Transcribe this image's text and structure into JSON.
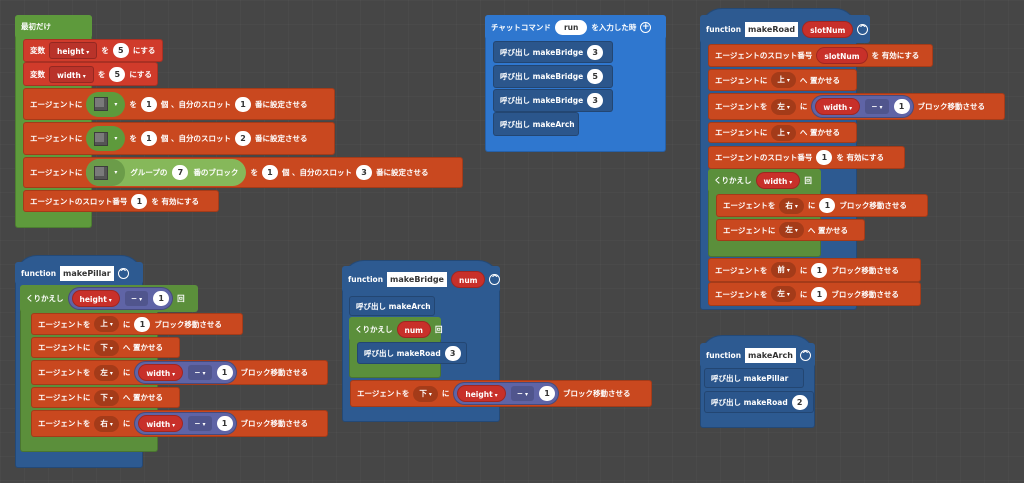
{
  "colors": {
    "on_start": "#5e9a3c",
    "variable": "#d03b2b",
    "agent": "#c9481f",
    "chat": "#2f77cf",
    "function": "#2d5a91",
    "loop": "#5b8f3b",
    "math": "#5f64a6"
  },
  "stacks": [
    {
      "name": "on-start",
      "blocks": [
        {
          "kind": "container",
          "color": "start",
          "tokens": [
            {
              "type": "text",
              "text": "最初だけ"
            }
          ]
        },
        {
          "kind": "stmt",
          "color": "var",
          "tokens": [
            {
              "type": "text",
              "text": "変数"
            },
            {
              "type": "varsq",
              "text": "height"
            },
            {
              "type": "text",
              "text": "を"
            },
            {
              "type": "num",
              "text": "5"
            },
            {
              "type": "text",
              "text": "にする"
            }
          ]
        },
        {
          "kind": "stmt",
          "color": "var",
          "tokens": [
            {
              "type": "text",
              "text": "変数"
            },
            {
              "type": "varsq",
              "text": "width"
            },
            {
              "type": "text",
              "text": "を"
            },
            {
              "type": "num",
              "text": "5"
            },
            {
              "type": "text",
              "text": "にする"
            }
          ]
        },
        {
          "kind": "stmt",
          "color": "agent",
          "tokens": [
            {
              "type": "text",
              "text": "エージェントに"
            },
            {
              "type": "item",
              "icon": "stone-block-icon"
            },
            {
              "type": "text",
              "text": "を"
            },
            {
              "type": "num",
              "text": "1"
            },
            {
              "type": "text",
              "text": "個 、自分のスロット"
            },
            {
              "type": "num",
              "text": "1"
            },
            {
              "type": "text",
              "text": "番に設定させる"
            }
          ]
        },
        {
          "kind": "stmt",
          "color": "agent",
          "tokens": [
            {
              "type": "text",
              "text": "エージェントに"
            },
            {
              "type": "item",
              "icon": "stone-block-icon"
            },
            {
              "type": "text",
              "text": "を"
            },
            {
              "type": "num",
              "text": "1"
            },
            {
              "type": "text",
              "text": "個 、自分のスロット"
            },
            {
              "type": "num",
              "text": "2"
            },
            {
              "type": "text",
              "text": "番に設定させる"
            }
          ]
        },
        {
          "kind": "stmt",
          "color": "agent",
          "tokens": [
            {
              "type": "text",
              "text": "エージェントに"
            },
            {
              "type": "group",
              "icon": "block-group-icon",
              "prefix": "グループの",
              "num": "7",
              "suffix": "番のブロック"
            },
            {
              "type": "text",
              "text": "を"
            },
            {
              "type": "num",
              "text": "1"
            },
            {
              "type": "text",
              "text": "個 、自分のスロット"
            },
            {
              "type": "num",
              "text": "3"
            },
            {
              "type": "text",
              "text": "番に設定させる"
            }
          ]
        },
        {
          "kind": "stmt",
          "color": "agent",
          "tokens": [
            {
              "type": "text",
              "text": "エージェントのスロット番号"
            },
            {
              "type": "num",
              "text": "1"
            },
            {
              "type": "text",
              "text": "を 有効にする"
            }
          ]
        }
      ]
    },
    {
      "name": "chat-command-run",
      "blocks": [
        {
          "kind": "container",
          "color": "chat",
          "tokens": [
            {
              "type": "text",
              "text": "チャットコマンド"
            },
            {
              "type": "str",
              "text": "run"
            },
            {
              "type": "text",
              "text": "を入力した時"
            },
            {
              "type": "icon",
              "icon": "plus-icon",
              "glyph": "+"
            }
          ]
        },
        {
          "kind": "stmt",
          "color": "call",
          "tokens": [
            {
              "type": "text",
              "text": "呼び出し makeBridge"
            },
            {
              "type": "num",
              "text": "3"
            }
          ]
        },
        {
          "kind": "stmt",
          "color": "call",
          "tokens": [
            {
              "type": "text",
              "text": "呼び出し makeBridge"
            },
            {
              "type": "num",
              "text": "5"
            }
          ]
        },
        {
          "kind": "stmt",
          "color": "call",
          "tokens": [
            {
              "type": "text",
              "text": "呼び出し makeBridge"
            },
            {
              "type": "num",
              "text": "3"
            }
          ]
        },
        {
          "kind": "stmt",
          "color": "call",
          "tokens": [
            {
              "type": "text",
              "text": "呼び出し makeArch"
            }
          ]
        }
      ]
    },
    {
      "name": "function-makeRoad",
      "blocks": [
        {
          "kind": "container",
          "color": "fn",
          "tokens": [
            {
              "type": "text",
              "text": "function"
            },
            {
              "type": "fname",
              "text": "makeRoad"
            },
            {
              "type": "param",
              "text": "slotNum"
            },
            {
              "type": "icon",
              "icon": "collapse-icon",
              "glyph": "^"
            }
          ]
        },
        {
          "kind": "stmt",
          "color": "agent",
          "tokens": [
            {
              "type": "text",
              "text": "エージェントのスロット番号"
            },
            {
              "type": "param",
              "text": "slotNum"
            },
            {
              "type": "text",
              "text": "を 有効にする"
            }
          ]
        },
        {
          "kind": "stmt",
          "color": "agent",
          "tokens": [
            {
              "type": "text",
              "text": "エージェントに"
            },
            {
              "type": "dd",
              "text": "上"
            },
            {
              "type": "text",
              "text": "へ 置かせる"
            }
          ]
        },
        {
          "kind": "stmt",
          "color": "agent",
          "tokens": [
            {
              "type": "text",
              "text": "エージェントを"
            },
            {
              "type": "dd",
              "text": "左"
            },
            {
              "type": "text",
              "text": "に"
            },
            {
              "type": "math",
              "var": "width",
              "op": "−",
              "num": "1"
            },
            {
              "type": "text",
              "text": "ブロック移動させる"
            }
          ]
        },
        {
          "kind": "stmt",
          "color": "agent",
          "tokens": [
            {
              "type": "text",
              "text": "エージェントに"
            },
            {
              "type": "dd",
              "text": "上"
            },
            {
              "type": "text",
              "text": "へ 置かせる"
            }
          ]
        },
        {
          "kind": "stmt",
          "color": "agent",
          "tokens": [
            {
              "type": "text",
              "text": "エージェントのスロット番号"
            },
            {
              "type": "num",
              "text": "1"
            },
            {
              "type": "text",
              "text": "を 有効にする"
            }
          ]
        },
        {
          "kind": "container",
          "color": "loop",
          "tokens": [
            {
              "type": "text",
              "text": "くりかえし"
            },
            {
              "type": "var",
              "text": "width"
            },
            {
              "type": "text",
              "text": "回"
            }
          ]
        },
        {
          "kind": "stmt",
          "color": "agent",
          "tokens": [
            {
              "type": "text",
              "text": "エージェントを"
            },
            {
              "type": "dd",
              "text": "右"
            },
            {
              "type": "text",
              "text": "に"
            },
            {
              "type": "num",
              "text": "1"
            },
            {
              "type": "text",
              "text": "ブロック移動させる"
            }
          ]
        },
        {
          "kind": "stmt",
          "color": "agent",
          "tokens": [
            {
              "type": "text",
              "text": "エージェントに"
            },
            {
              "type": "dd",
              "text": "左"
            },
            {
              "type": "text",
              "text": "へ 置かせる"
            }
          ]
        },
        {
          "kind": "stmt",
          "color": "agent",
          "tokens": [
            {
              "type": "text",
              "text": "エージェントを"
            },
            {
              "type": "dd",
              "text": "前"
            },
            {
              "type": "text",
              "text": "に"
            },
            {
              "type": "num",
              "text": "1"
            },
            {
              "type": "text",
              "text": "ブロック移動させる"
            }
          ]
        },
        {
          "kind": "stmt",
          "color": "agent",
          "tokens": [
            {
              "type": "text",
              "text": "エージェントを"
            },
            {
              "type": "dd",
              "text": "左"
            },
            {
              "type": "text",
              "text": "に"
            },
            {
              "type": "num",
              "text": "1"
            },
            {
              "type": "text",
              "text": "ブロック移動させる"
            }
          ]
        }
      ]
    },
    {
      "name": "function-makePillar",
      "blocks": [
        {
          "kind": "container",
          "color": "fn",
          "tokens": [
            {
              "type": "text",
              "text": "function"
            },
            {
              "type": "fname",
              "text": "makePillar"
            },
            {
              "type": "icon",
              "icon": "collapse-icon",
              "glyph": "^"
            }
          ]
        },
        {
          "kind": "container",
          "color": "loop",
          "tokens": [
            {
              "type": "text",
              "text": "くりかえし"
            },
            {
              "type": "math",
              "var": "height",
              "op": "−",
              "num": "1"
            },
            {
              "type": "text",
              "text": "回"
            }
          ]
        },
        {
          "kind": "stmt",
          "color": "agent",
          "tokens": [
            {
              "type": "text",
              "text": "エージェントを"
            },
            {
              "type": "dd",
              "text": "上"
            },
            {
              "type": "text",
              "text": "に"
            },
            {
              "type": "num",
              "text": "1"
            },
            {
              "type": "text",
              "text": "ブロック移動させる"
            }
          ]
        },
        {
          "kind": "stmt",
          "color": "agent",
          "tokens": [
            {
              "type": "text",
              "text": "エージェントに"
            },
            {
              "type": "dd",
              "text": "下"
            },
            {
              "type": "text",
              "text": "へ 置かせる"
            }
          ]
        },
        {
          "kind": "stmt",
          "color": "agent",
          "tokens": [
            {
              "type": "text",
              "text": "エージェントを"
            },
            {
              "type": "dd",
              "text": "左"
            },
            {
              "type": "text",
              "text": "に"
            },
            {
              "type": "math",
              "var": "width",
              "op": "−",
              "num": "1"
            },
            {
              "type": "text",
              "text": "ブロック移動させる"
            }
          ]
        },
        {
          "kind": "stmt",
          "color": "agent",
          "tokens": [
            {
              "type": "text",
              "text": "エージェントに"
            },
            {
              "type": "dd",
              "text": "下"
            },
            {
              "type": "text",
              "text": "へ 置かせる"
            }
          ]
        },
        {
          "kind": "stmt",
          "color": "agent",
          "tokens": [
            {
              "type": "text",
              "text": "エージェントを"
            },
            {
              "type": "dd",
              "text": "右"
            },
            {
              "type": "text",
              "text": "に"
            },
            {
              "type": "math",
              "var": "width",
              "op": "−",
              "num": "1"
            },
            {
              "type": "text",
              "text": "ブロック移動させる"
            }
          ]
        }
      ]
    },
    {
      "name": "function-makeBridge",
      "blocks": [
        {
          "kind": "container",
          "color": "fn",
          "tokens": [
            {
              "type": "text",
              "text": "function"
            },
            {
              "type": "fname",
              "text": "makeBridge"
            },
            {
              "type": "param",
              "text": "num"
            },
            {
              "type": "icon",
              "icon": "collapse-icon",
              "glyph": "^"
            }
          ]
        },
        {
          "kind": "stmt",
          "color": "call",
          "tokens": [
            {
              "type": "text",
              "text": "呼び出し makeArch"
            }
          ]
        },
        {
          "kind": "container",
          "color": "loop",
          "tokens": [
            {
              "type": "text",
              "text": "くりかえし"
            },
            {
              "type": "param",
              "text": "num"
            },
            {
              "type": "text",
              "text": "回"
            }
          ]
        },
        {
          "kind": "stmt",
          "color": "call",
          "tokens": [
            {
              "type": "text",
              "text": "呼び出し makeRoad"
            },
            {
              "type": "num",
              "text": "3"
            }
          ]
        },
        {
          "kind": "stmt",
          "color": "agent",
          "tokens": [
            {
              "type": "text",
              "text": "エージェントを"
            },
            {
              "type": "dd",
              "text": "下"
            },
            {
              "type": "text",
              "text": "に"
            },
            {
              "type": "math",
              "var": "height",
              "op": "−",
              "num": "1"
            },
            {
              "type": "text",
              "text": "ブロック移動させる"
            }
          ]
        }
      ]
    },
    {
      "name": "function-makeArch",
      "blocks": [
        {
          "kind": "container",
          "color": "fn",
          "tokens": [
            {
              "type": "text",
              "text": "function"
            },
            {
              "type": "fname",
              "text": "makeArch"
            },
            {
              "type": "icon",
              "icon": "collapse-icon",
              "glyph": "^"
            }
          ]
        },
        {
          "kind": "stmt",
          "color": "call",
          "tokens": [
            {
              "type": "text",
              "text": "呼び出し makePillar"
            }
          ]
        },
        {
          "kind": "stmt",
          "color": "call",
          "tokens": [
            {
              "type": "text",
              "text": "呼び出し makeRoad"
            },
            {
              "type": "num",
              "text": "2"
            }
          ]
        }
      ]
    }
  ]
}
